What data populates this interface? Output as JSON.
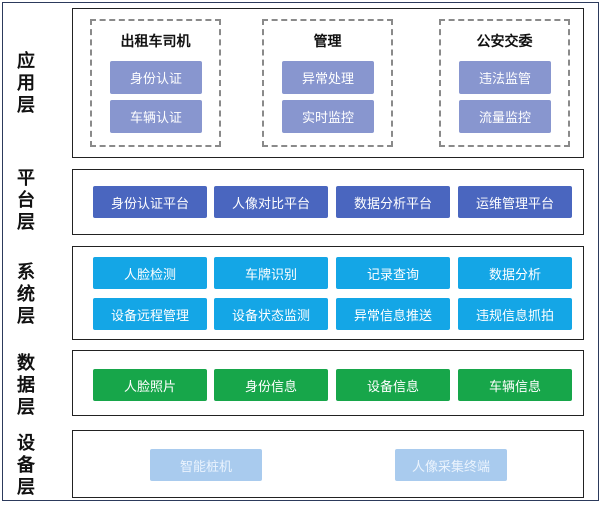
{
  "layers": [
    {
      "label": [
        "应",
        "用",
        "层"
      ]
    },
    {
      "label": [
        "平",
        "台",
        "层"
      ]
    },
    {
      "label": [
        "系",
        "统",
        "层"
      ]
    },
    {
      "label": [
        "数",
        "据",
        "层"
      ]
    },
    {
      "label": [
        "设",
        "备",
        "层"
      ]
    }
  ],
  "application": {
    "groups": [
      {
        "title": "出租车司机",
        "items": [
          "身份认证",
          "车辆认证"
        ]
      },
      {
        "title": "管理",
        "items": [
          "异常处理",
          "实时监控"
        ]
      },
      {
        "title": "公安交委",
        "items": [
          "违法监管",
          "流量监控"
        ]
      }
    ]
  },
  "platform": {
    "items": [
      "身份认证平台",
      "人像对比平台",
      "数据分析平台",
      "运维管理平台"
    ]
  },
  "system": {
    "row1": [
      "人脸检测",
      "车牌识别",
      "记录查询",
      "数据分析"
    ],
    "row2": [
      "设备远程管理",
      "设备状态监测",
      "异常信息推送",
      "违规信息抓拍"
    ]
  },
  "data_layer": {
    "items": [
      "人脸照片",
      "身份信息",
      "设备信息",
      "车辆信息"
    ]
  },
  "device": {
    "items": [
      "智能桩机",
      "人像采集终端"
    ]
  },
  "colors": {
    "application_chip": "#8896cf",
    "platform_chip": "#4a66bf",
    "system_chip": "#14a6e6",
    "data_chip": "#17a64a",
    "device_chip": "#a9cbee"
  }
}
